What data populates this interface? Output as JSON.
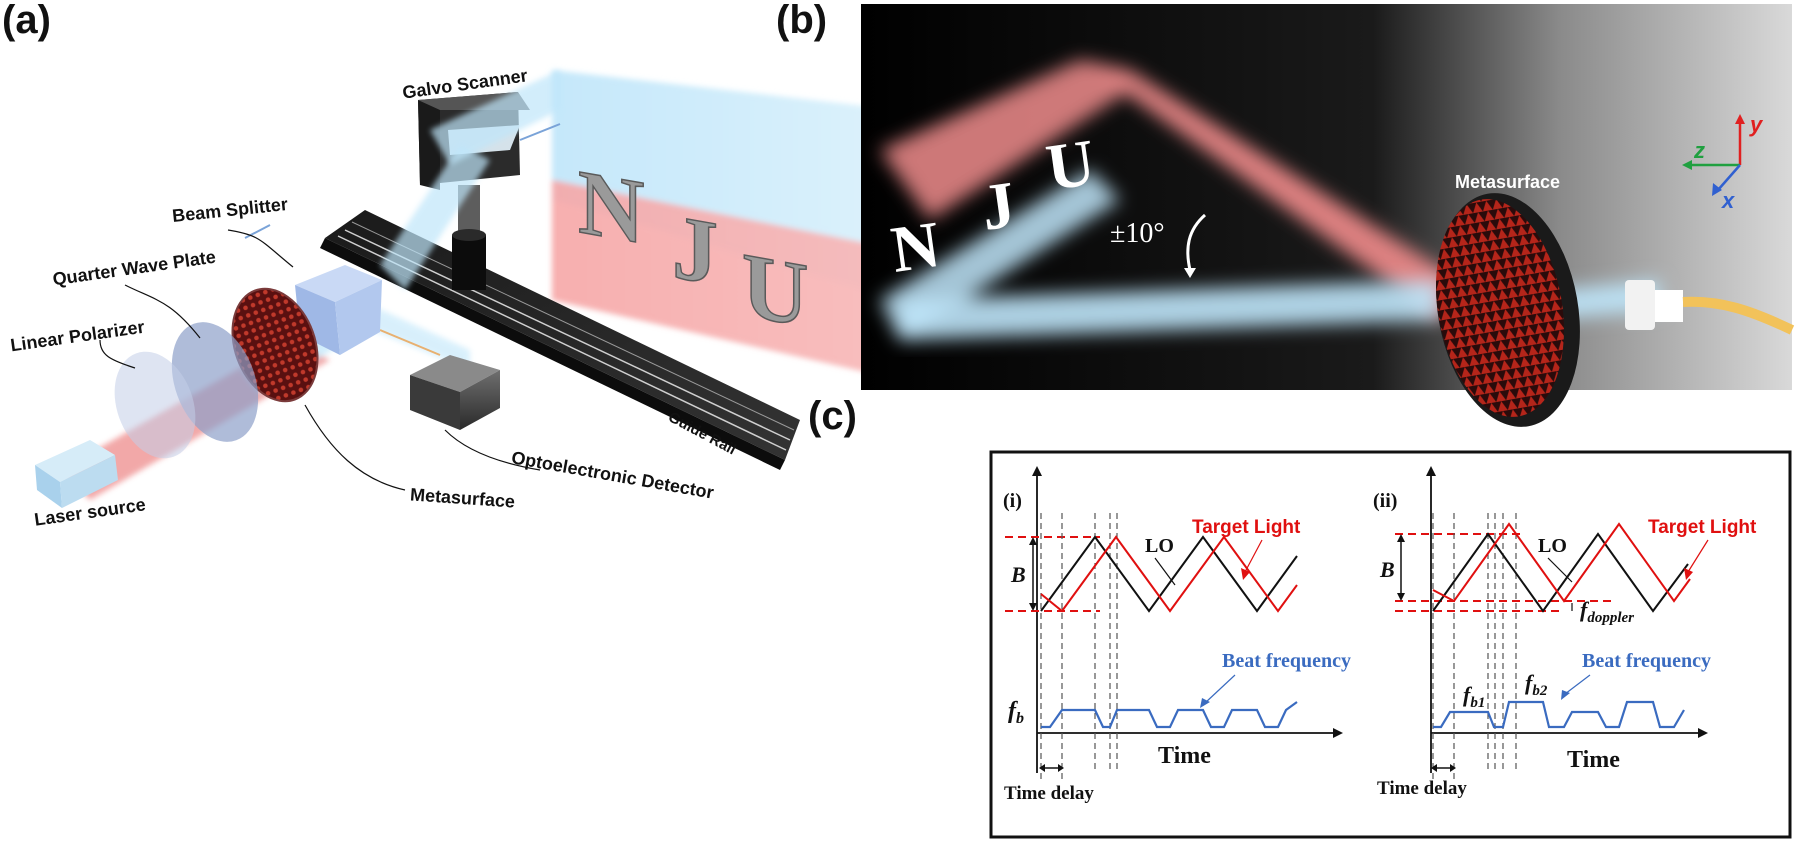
{
  "panels": {
    "a": "(a)",
    "b": "(b)",
    "c": "(c)"
  },
  "panel_a": {
    "labels": {
      "galvo_scanner": "Galvo Scanner",
      "beam_splitter": "Beam Splitter",
      "quarter_wave_plate": "Quarter Wave Plate",
      "linear_polarizer": "Linear Polarizer",
      "laser_source": "Laser source",
      "metasurface": "Metasurface",
      "optoelectronic_detector": "Optoelectronic Detector",
      "guide_rail": "Guide Rail"
    },
    "target_letters": [
      "N",
      "J",
      "U"
    ]
  },
  "panel_b": {
    "target_letters": [
      "N",
      "J",
      "U"
    ],
    "angle": "±10°",
    "metasurface": "Metasurface",
    "axes": {
      "y": "y",
      "z": "z",
      "x": "x"
    },
    "colors": {
      "y": "#e02020",
      "z": "#20a040",
      "x": "#3060d0"
    }
  },
  "panel_c": {
    "sub_i": {
      "tag": "(i)",
      "lo": "LO",
      "target_light": "Target Light",
      "bandwidth": "B",
      "beat_frequency": "Beat frequency",
      "fb_main": "f",
      "fb_sub": "b",
      "time": "Time",
      "time_delay": "Time delay"
    },
    "sub_ii": {
      "tag": "(ii)",
      "lo": "LO",
      "target_light": "Target Light",
      "bandwidth": "B",
      "doppler_main": "f",
      "doppler_sub": "doppler",
      "beat_frequency": "Beat frequency",
      "fb1_main": "f",
      "fb1_sub": "b1",
      "fb2_main": "f",
      "fb2_sub": "b2",
      "time": "Time",
      "time_delay": "Time delay"
    },
    "colors": {
      "lo": "#111111",
      "target": "#e01010",
      "beat": "#3a6bc0",
      "dashed_red": "#e01010"
    }
  }
}
